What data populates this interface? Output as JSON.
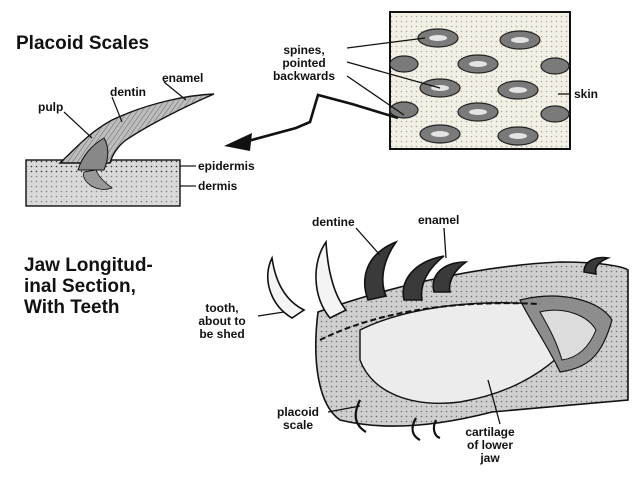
{
  "titles": {
    "placoid": "Placoid Scales",
    "jaw_line1": "Jaw Longitud-",
    "jaw_line2": "inal Section,",
    "jaw_line3": "With Teeth"
  },
  "labels": {
    "spines_1": "spines,",
    "spines_2": "pointed",
    "spines_3": "backwards",
    "skin": "skin",
    "enamel_top": "enamel",
    "dentin": "dentin",
    "pulp": "pulp",
    "epidermis": "epidermis",
    "dermis": "dermis",
    "dentine": "dentine",
    "enamel_jaw": "enamel",
    "tooth_1": "tooth,",
    "tooth_2": "about to",
    "tooth_3": "be shed",
    "placoid_1": "placoid",
    "placoid_2": "scale",
    "cartilage_1": "cartilage",
    "cartilage_2": "of lower",
    "cartilage_3": "jaw"
  },
  "colors": {
    "ink": "#111111",
    "skin_fill": "#f2efe4",
    "scale_fill": "#7a7a7a",
    "tissue_fill": "#cfcfcf",
    "cartilage_fill": "#ececec"
  }
}
